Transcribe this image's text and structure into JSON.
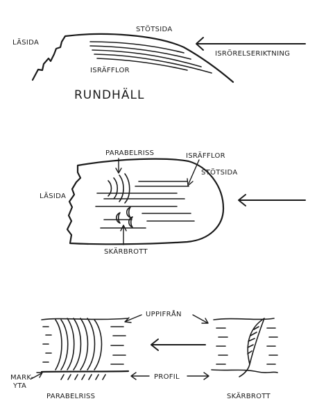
{
  "panels": [
    {
      "id": "rundhall",
      "labels": {
        "lasida": "LÄSIDA",
        "stotsida": "STÖTSIDA",
        "isrorelseriktning": "ISRÖRELSERIKTNING",
        "israfflor": "ISRÄFFLOR",
        "title": "RUNDHÄLL"
      }
    },
    {
      "id": "plan-view",
      "labels": {
        "parabelriss": "PARABELRISS",
        "israfflor": "ISRÄFFLOR",
        "stotsida": "STÖTSIDA",
        "lasida": "LÄSIDA",
        "skarbrott": "SKÄRBROTT"
      }
    },
    {
      "id": "detail",
      "labels": {
        "uppifran": "UPPIFRÅN",
        "profil": "PROFIL",
        "markyta_line1": "MARK-",
        "markyta_line2": "YTA",
        "parabelriss": "PARABELRISS",
        "skarbrott": "SKÄRBROTT"
      }
    }
  ]
}
